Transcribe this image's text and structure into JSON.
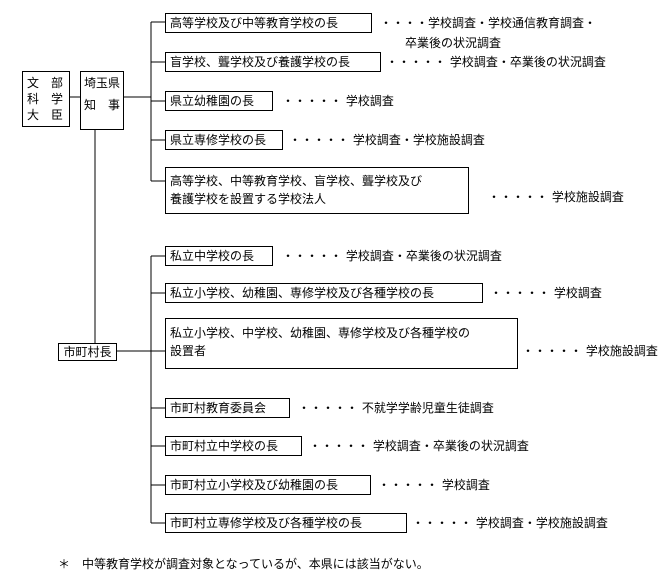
{
  "origin": {
    "line1": "文　部",
    "line2": "科　学",
    "line3": "大　臣"
  },
  "prefecture": {
    "line1": "埼玉県",
    "line2": "知　事"
  },
  "municipal": {
    "label": "市町村長"
  },
  "prefecture_targets": [
    {
      "box": "高等学校及び中等教育学校の長",
      "survey": "・・・・学校調査・学校通信教育調査・",
      "survey2": "卒業後の状況調査"
    },
    {
      "box": "盲学校、聾学校及び養護学校の長",
      "survey": "・・・・・ 学校調査・卒業後の状況調査"
    },
    {
      "box": "県立幼稚園の長",
      "survey": "・・・・・ 学校調査"
    },
    {
      "box": "県立専修学校の長",
      "survey": "・・・・・ 学校調査・学校施設調査"
    },
    {
      "box": "高等学校、中等教育学校、盲学校、聾学校及び",
      "box2": "養護学校を設置する学校法人",
      "survey": "・・・・・ 学校施設調査"
    }
  ],
  "municipal_targets": [
    {
      "box": "私立中学校の長",
      "survey": "・・・・・ 学校調査・卒業後の状況調査"
    },
    {
      "box": "私立小学校、幼稚園、専修学校及び各種学校の長",
      "survey": "・・・・・ 学校調査"
    },
    {
      "box": "私立小学校、中学校、幼稚園、専修学校及び各種学校の",
      "box2": "設置者",
      "survey": "・・・・・ 学校施設調査"
    },
    {
      "box": "市町村教育委員会",
      "survey": "・・・・・ 不就学学齢児童生徒調査"
    },
    {
      "box": "市町村立中学校の長",
      "survey": "・・・・・ 学校調査・卒業後の状況調査"
    },
    {
      "box": "市町村立小学校及び幼稚園の長",
      "survey": "・・・・・ 学校調査"
    },
    {
      "box": "市町村立専修学校及び各種学校の長",
      "survey": "・・・・・ 学校調査・学校施設調査"
    }
  ],
  "footnote": "＊　中等教育学校が調査対象となっているが、本県には該当がない。"
}
